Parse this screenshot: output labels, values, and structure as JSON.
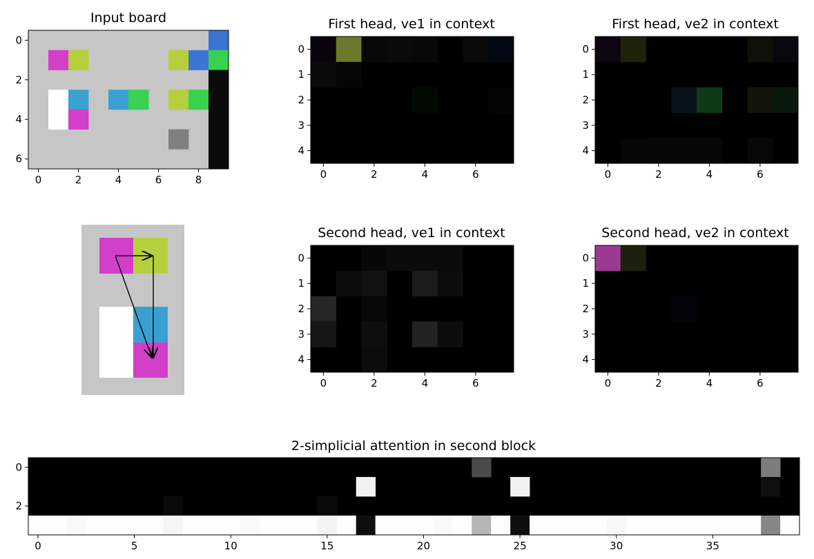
{
  "chart_data": [
    {
      "type": "heatmap",
      "title": "Input board",
      "xticks": [
        0,
        2,
        4,
        6,
        8
      ],
      "yticks": [
        0,
        2,
        4,
        6
      ],
      "cols": 10,
      "rows": 7,
      "background": "#c6c6c6",
      "cells": [
        {
          "row": 0,
          "col": 9,
          "color": "#3b75d4"
        },
        {
          "row": 1,
          "col": 1,
          "color": "#d23fc8"
        },
        {
          "row": 1,
          "col": 2,
          "color": "#b6d03d"
        },
        {
          "row": 1,
          "col": 7,
          "color": "#b6d03d"
        },
        {
          "row": 1,
          "col": 8,
          "color": "#3b75d4"
        },
        {
          "row": 1,
          "col": 9,
          "color": "#3ad150"
        },
        {
          "row": 2,
          "col": 9,
          "color": "#0b0b0b"
        },
        {
          "row": 3,
          "col": 1,
          "color": "#ffffff"
        },
        {
          "row": 3,
          "col": 2,
          "color": "#3aa0d2"
        },
        {
          "row": 3,
          "col": 4,
          "color": "#3aa0d2"
        },
        {
          "row": 3,
          "col": 5,
          "color": "#3ad150"
        },
        {
          "row": 3,
          "col": 7,
          "color": "#b6d03d"
        },
        {
          "row": 3,
          "col": 8,
          "color": "#3ad150"
        },
        {
          "row": 3,
          "col": 9,
          "color": "#0b0b0b"
        },
        {
          "row": 4,
          "col": 1,
          "color": "#ffffff"
        },
        {
          "row": 4,
          "col": 2,
          "color": "#d23fc8"
        },
        {
          "row": 4,
          "col": 9,
          "color": "#0b0b0b"
        },
        {
          "row": 5,
          "col": 7,
          "color": "#808080"
        },
        {
          "row": 5,
          "col": 9,
          "color": "#0b0b0b"
        },
        {
          "row": 6,
          "col": 9,
          "color": "#0b0b0b"
        }
      ]
    },
    {
      "type": "heatmap",
      "title": "First head, ve1 in context",
      "xticks": [
        0,
        2,
        4,
        6
      ],
      "yticks": [
        0,
        1,
        2,
        3,
        4
      ],
      "cols": 8,
      "rows": 5,
      "background": "#000000",
      "cells": [
        {
          "row": 0,
          "col": 0,
          "color": "#0a050c"
        },
        {
          "row": 0,
          "col": 1,
          "color": "#6b7a2a"
        },
        {
          "row": 0,
          "col": 2,
          "color": "#080808"
        },
        {
          "row": 0,
          "col": 3,
          "color": "#0a0a0a"
        },
        {
          "row": 0,
          "col": 4,
          "color": "#080808"
        },
        {
          "row": 0,
          "col": 6,
          "color": "#0a0a06"
        },
        {
          "row": 0,
          "col": 7,
          "color": "#040812"
        },
        {
          "row": 1,
          "col": 0,
          "color": "#0a0a0a"
        },
        {
          "row": 1,
          "col": 1,
          "color": "#060606"
        },
        {
          "row": 2,
          "col": 4,
          "color": "#030a04"
        },
        {
          "row": 2,
          "col": 7,
          "color": "#030603"
        }
      ]
    },
    {
      "type": "heatmap",
      "title": "First head, ve2 in context",
      "xticks": [
        0,
        2,
        4,
        6
      ],
      "yticks": [
        0,
        1,
        2,
        3,
        4
      ],
      "cols": 8,
      "rows": 5,
      "background": "#000000",
      "cells": [
        {
          "row": 0,
          "col": 0,
          "color": "#0e0610"
        },
        {
          "row": 0,
          "col": 1,
          "color": "#1f220b"
        },
        {
          "row": 0,
          "col": 6,
          "color": "#0f1008"
        },
        {
          "row": 0,
          "col": 7,
          "color": "#060a0e"
        },
        {
          "row": 2,
          "col": 3,
          "color": "#06121a"
        },
        {
          "row": 2,
          "col": 4,
          "color": "#0f3a18"
        },
        {
          "row": 2,
          "col": 6,
          "color": "#13150a"
        },
        {
          "row": 2,
          "col": 7,
          "color": "#0a180c"
        },
        {
          "row": 4,
          "col": 1,
          "color": "#060606"
        },
        {
          "row": 4,
          "col": 2,
          "color": "#070707"
        },
        {
          "row": 4,
          "col": 3,
          "color": "#070707"
        },
        {
          "row": 4,
          "col": 4,
          "color": "#070707"
        },
        {
          "row": 4,
          "col": 6,
          "color": "#080808"
        }
      ]
    },
    {
      "type": "heatmap",
      "title": "Second head, ve1 in context",
      "xticks": [
        0,
        2,
        4,
        6
      ],
      "yticks": [
        0,
        1,
        2,
        3,
        4
      ],
      "cols": 8,
      "rows": 5,
      "background": "#000000",
      "cells": [
        {
          "row": 0,
          "col": 2,
          "color": "#070707"
        },
        {
          "row": 0,
          "col": 3,
          "color": "#0a0a0a"
        },
        {
          "row": 0,
          "col": 4,
          "color": "#0b0b0b"
        },
        {
          "row": 0,
          "col": 5,
          "color": "#0a0a0a"
        },
        {
          "row": 1,
          "col": 1,
          "color": "#0d0d0d"
        },
        {
          "row": 1,
          "col": 2,
          "color": "#121212"
        },
        {
          "row": 1,
          "col": 4,
          "color": "#1b1b1b"
        },
        {
          "row": 1,
          "col": 5,
          "color": "#0c0c0c"
        },
        {
          "row": 2,
          "col": 0,
          "color": "#262626"
        },
        {
          "row": 2,
          "col": 2,
          "color": "#080808"
        },
        {
          "row": 3,
          "col": 0,
          "color": "#161616"
        },
        {
          "row": 3,
          "col": 2,
          "color": "#0e0e0e"
        },
        {
          "row": 3,
          "col": 4,
          "color": "#232323"
        },
        {
          "row": 3,
          "col": 5,
          "color": "#0c0c0c"
        },
        {
          "row": 4,
          "col": 2,
          "color": "#0c0c0c"
        }
      ]
    },
    {
      "type": "heatmap",
      "title": "Second head, ve2 in context",
      "xticks": [
        0,
        2,
        4,
        6
      ],
      "yticks": [
        0,
        1,
        2,
        3,
        4
      ],
      "cols": 8,
      "rows": 5,
      "background": "#000000",
      "cells": [
        {
          "row": 0,
          "col": 0,
          "color": "#9a3a92"
        },
        {
          "row": 0,
          "col": 1,
          "color": "#1e200e"
        },
        {
          "row": 2,
          "col": 3,
          "color": "#03050a"
        }
      ]
    },
    {
      "type": "heatmap",
      "title": "2-simplicial attention in second block",
      "xticks": [
        0,
        5,
        10,
        15,
        20,
        25,
        30,
        35
      ],
      "yticks": [
        0,
        2
      ],
      "cols": 40,
      "rows": 4,
      "background": "#000000",
      "cells": [
        {
          "row": 0,
          "col": 23,
          "color": "#4a4a4a"
        },
        {
          "row": 0,
          "col": 38,
          "color": "#7d7d7d"
        },
        {
          "row": 1,
          "col": 17,
          "color": "#f1f1f1"
        },
        {
          "row": 1,
          "col": 25,
          "color": "#f1f1f1"
        },
        {
          "row": 1,
          "col": 38,
          "color": "#0f0f0f"
        },
        {
          "row": 2,
          "col": 7,
          "color": "#0a0a0a"
        },
        {
          "row": 2,
          "col": 15,
          "color": "#0a0a0a"
        },
        {
          "row": 3,
          "col": 0,
          "color": "#fdfdfd"
        },
        {
          "row": 3,
          "col": 1,
          "color": "#fdfdfd"
        },
        {
          "row": 3,
          "col": 2,
          "color": "#f9f9f9"
        },
        {
          "row": 3,
          "col": 3,
          "color": "#fdfdfd"
        },
        {
          "row": 3,
          "col": 4,
          "color": "#fdfdfd"
        },
        {
          "row": 3,
          "col": 5,
          "color": "#fdfdfd"
        },
        {
          "row": 3,
          "col": 6,
          "color": "#fdfdfd"
        },
        {
          "row": 3,
          "col": 7,
          "color": "#f5f5f5"
        },
        {
          "row": 3,
          "col": 8,
          "color": "#fdfdfd"
        },
        {
          "row": 3,
          "col": 9,
          "color": "#fdfdfd"
        },
        {
          "row": 3,
          "col": 10,
          "color": "#fdfdfd"
        },
        {
          "row": 3,
          "col": 11,
          "color": "#f9f9f9"
        },
        {
          "row": 3,
          "col": 12,
          "color": "#fdfdfd"
        },
        {
          "row": 3,
          "col": 13,
          "color": "#fdfdfd"
        },
        {
          "row": 3,
          "col": 14,
          "color": "#fdfdfd"
        },
        {
          "row": 3,
          "col": 15,
          "color": "#f3f3f3"
        },
        {
          "row": 3,
          "col": 16,
          "color": "#fdfdfd"
        },
        {
          "row": 3,
          "col": 17,
          "color": "#0e0e0e"
        },
        {
          "row": 3,
          "col": 18,
          "color": "#fdfdfd"
        },
        {
          "row": 3,
          "col": 19,
          "color": "#fdfdfd"
        },
        {
          "row": 3,
          "col": 20,
          "color": "#fdfdfd"
        },
        {
          "row": 3,
          "col": 21,
          "color": "#f9f9f9"
        },
        {
          "row": 3,
          "col": 22,
          "color": "#fdfdfd"
        },
        {
          "row": 3,
          "col": 23,
          "color": "#b5b5b5"
        },
        {
          "row": 3,
          "col": 24,
          "color": "#fdfdfd"
        },
        {
          "row": 3,
          "col": 25,
          "color": "#0e0e0e"
        },
        {
          "row": 3,
          "col": 26,
          "color": "#fdfdfd"
        },
        {
          "row": 3,
          "col": 27,
          "color": "#fdfdfd"
        },
        {
          "row": 3,
          "col": 28,
          "color": "#fdfdfd"
        },
        {
          "row": 3,
          "col": 29,
          "color": "#fdfdfd"
        },
        {
          "row": 3,
          "col": 30,
          "color": "#f7f7f7"
        },
        {
          "row": 3,
          "col": 31,
          "color": "#fdfdfd"
        },
        {
          "row": 3,
          "col": 32,
          "color": "#fdfdfd"
        },
        {
          "row": 3,
          "col": 33,
          "color": "#fdfdfd"
        },
        {
          "row": 3,
          "col": 34,
          "color": "#fdfdfd"
        },
        {
          "row": 3,
          "col": 35,
          "color": "#fdfdfd"
        },
        {
          "row": 3,
          "col": 36,
          "color": "#fdfdfd"
        },
        {
          "row": 3,
          "col": 37,
          "color": "#fdfdfd"
        },
        {
          "row": 3,
          "col": 38,
          "color": "#868686"
        },
        {
          "row": 3,
          "col": 39,
          "color": "#fdfdfd"
        }
      ]
    }
  ],
  "diagram": {
    "background": "#c6c6c6",
    "tiles": [
      {
        "row": 0,
        "col": 0,
        "color": "#d23fc8"
      },
      {
        "row": 0,
        "col": 1,
        "color": "#b6d03d"
      },
      {
        "row": 2,
        "col": 0,
        "color": "#ffffff"
      },
      {
        "row": 2,
        "col": 1,
        "color": "#3aa0d2"
      },
      {
        "row": 3,
        "col": 0,
        "color": "#ffffff"
      },
      {
        "row": 3,
        "col": 1,
        "color": "#d23fc8"
      }
    ],
    "arrow_color": "#000000"
  }
}
